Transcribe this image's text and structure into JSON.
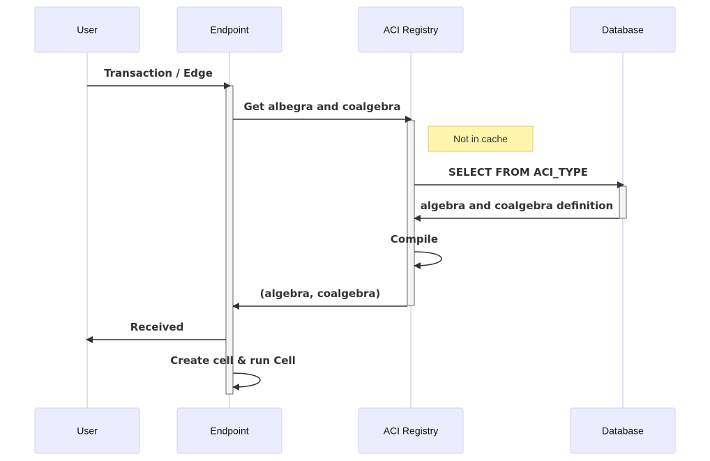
{
  "participants": [
    {
      "name": "User"
    },
    {
      "name": "Endpoint"
    },
    {
      "name": "ACI Registry"
    },
    {
      "name": "Database"
    }
  ],
  "note": {
    "text": "Not in cache"
  },
  "messages": [
    {
      "label": "Transaction / Edge",
      "from": "User",
      "to": "Endpoint"
    },
    {
      "label": "Get albegra and coalgebra",
      "from": "Endpoint",
      "to": "ACI Registry"
    },
    {
      "label": "SELECT FROM ACI_TYPE",
      "from": "ACI Registry",
      "to": "Database"
    },
    {
      "label": "algebra and coalgebra definition",
      "from": "Database",
      "to": "ACI Registry"
    },
    {
      "label": "Compile",
      "from": "ACI Registry",
      "to": "ACI Registry"
    },
    {
      "label": "(algebra, coalgebra)",
      "from": "ACI Registry",
      "to": "Endpoint"
    },
    {
      "label": "Received",
      "from": "Endpoint",
      "to": "User"
    },
    {
      "label": "Create cell & run Cell",
      "from": "Endpoint",
      "to": "Endpoint"
    }
  ]
}
